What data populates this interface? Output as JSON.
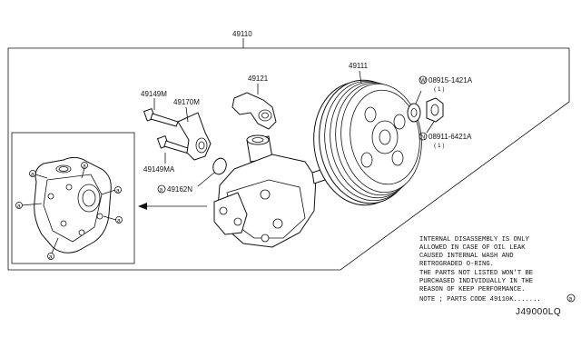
{
  "parts": {
    "assembly": "49110",
    "pulley": "49111",
    "bracket": "49121",
    "bolt_upper": "49149M",
    "bolt_lower": "49149MA",
    "connector": "49170M",
    "oring": "49162N",
    "washer": "08915-1421A",
    "washer_qty": "( 1 )",
    "washer_mark": "W",
    "nut": "08911-6421A",
    "nut_qty": "( 1 )",
    "nut_mark": "N",
    "kit_mark": "a",
    "oring_mark": "a"
  },
  "notes": {
    "line1": "INTERNAL DISASSEMBLY IS ONLY",
    "line2": "ALLOWED IN CASE OF OIL LEAK",
    "line3": "CAUSED INTERNAL WASH AND",
    "line4": "RETROGRADED O-RING.",
    "line5": "THE PARTS NOT LISTED WON'T BE",
    "line6": "PURCHASED INDIVIDUALLY IN THE",
    "line7": "REASON OF KEEP PERFORMANCE.",
    "line8": "NOTE ; PARTS CODE  49110K.......",
    "line8_mark": "a"
  },
  "diagram_code": "J49000LQ"
}
